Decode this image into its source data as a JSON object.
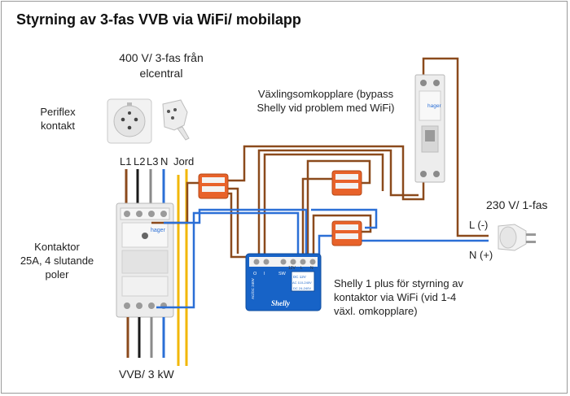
{
  "title": "Styrning av 3-fas VVB via WiFi/ mobilapp",
  "labels": {
    "supply": "400 V/ 3-fas från\nelcentral",
    "periflex": "Periflex\nkontakt",
    "phases": [
      "L1",
      "L2",
      "L3",
      "N",
      "Jord"
    ],
    "bypass": "Växlingsomkopplare (bypass\nShelly vid problem med WiFi)",
    "single_phase": "230 V/ 1-fas",
    "l_minus": "L (-)",
    "n_plus": "N (+)",
    "contactor": "Kontaktor\n25A, 4 slutande\npoler",
    "shelly": "Shelly 1 plus för styrning av\nkontaktor via WiFi (vid 1-4\nväxl. omkopplare)",
    "load": "VVB/ 3 kW"
  },
  "devices": {
    "contactor_brand": "hager",
    "switch_brand": "hager",
    "shelly_brand": "Shelly",
    "shelly_terminals": [
      "O",
      "I",
      "SW",
      "12V",
      "L",
      "N"
    ],
    "shelly_dc1": "DC 12V",
    "shelly_ac": "AC 110-240V",
    "shelly_dc2": "DC 24-240V",
    "shelly_side": "AC/DC 240V"
  },
  "colors": {
    "brown": "#8b4a1c",
    "black": "#1a1a1a",
    "gray": "#8a8a8a",
    "blue": "#2b6fd6",
    "yellow": "#f2b705",
    "shelly_blue": "#1763c7",
    "wago_orange": "#e8622a"
  }
}
